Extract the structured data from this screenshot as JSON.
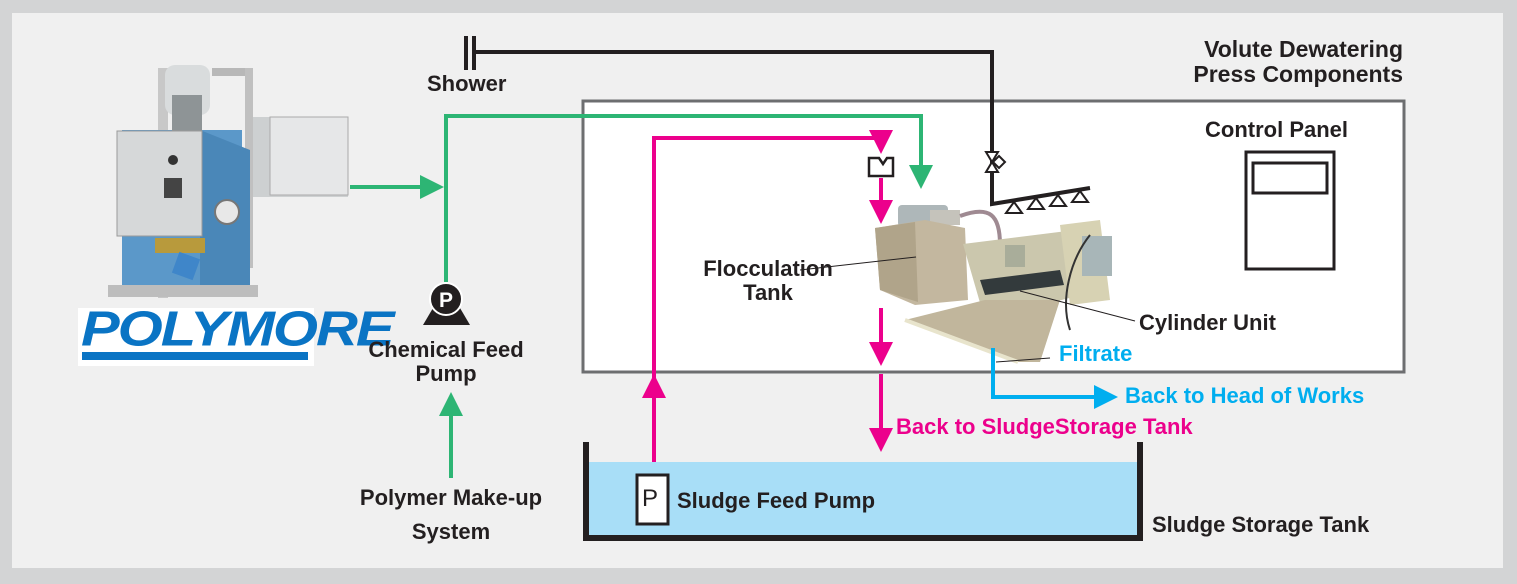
{
  "diagram": {
    "title_line1": "Volute Dewatering",
    "title_line2": "Press Components",
    "brand": "POLYMORE",
    "labels": {
      "shower": "Shower",
      "control_panel": "Control Panel",
      "flocculation_line1": "Flocculation",
      "flocculation_line2": "Tank",
      "cylinder_unit": "Cylinder Unit",
      "filtrate": "Filtrate",
      "back_to_head": "Back to Head of Works",
      "back_to_sludge": "Back to SludgeStorage Tank",
      "chemical_feed_line1": "Chemical Feed",
      "chemical_feed_line2": "Pump",
      "polymer_makeup_line1": "Polymer Make-up",
      "polymer_makeup_line2": "System",
      "sludge_feed_pump": "Sludge Feed Pump",
      "pump_symbol": "P",
      "sludge_storage_tank": "Sludge Storage Tank"
    },
    "colors": {
      "polymer_line": "#2db574",
      "sludge_line": "#ec008c",
      "filtrate_line": "#00aeef",
      "water_line": "#231f20",
      "tank_liquid": "#a8def7",
      "brand_blue": "#0a74c4"
    }
  }
}
